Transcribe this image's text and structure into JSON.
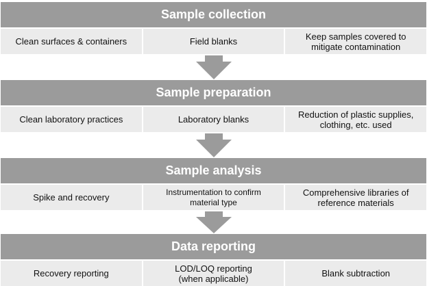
{
  "stages": [
    {
      "title": "Sample collection",
      "items": [
        "Clean surfaces & containers",
        "Field blanks",
        "Keep samples covered to\nmitigate contamination"
      ]
    },
    {
      "title": "Sample preparation",
      "items": [
        "Clean laboratory practices",
        "Laboratory blanks",
        "Reduction of plastic supplies,\nclothing, etc. used"
      ]
    },
    {
      "title": "Sample analysis",
      "items": [
        "Spike and recovery",
        "Instrumentation to confirm\nmaterial type",
        "Comprehensive libraries of\nreference materials"
      ]
    },
    {
      "title": "Data reporting",
      "items": [
        "Recovery reporting",
        "LOD/LOQ reporting\n(when applicable)",
        "Blank subtraction"
      ]
    }
  ],
  "colors": {
    "header": "#9b9b9b",
    "cell": "#ebebeb",
    "arrow": "#9b9b9b"
  }
}
